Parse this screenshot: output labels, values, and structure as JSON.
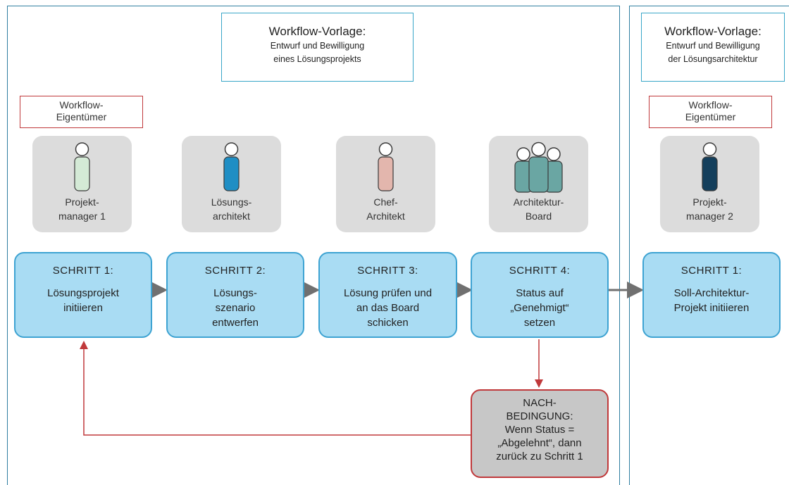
{
  "left_template": {
    "title": "Workflow-Vorlage:",
    "subtitle_line1": "Entwurf und Bewilligung",
    "subtitle_line2": "eines Lösungsprojekts"
  },
  "right_template": {
    "title": "Workflow-Vorlage:",
    "subtitle_line1": "Entwurf und Bewilligung",
    "subtitle_line2": "der Lösungsarchitektur"
  },
  "owner_label": {
    "line1": "Workflow-",
    "line2": "Eigentümer"
  },
  "roles": [
    {
      "line1": "Projekt-",
      "line2": "manager 1",
      "color": "#d4ead6",
      "icon": "person-icon"
    },
    {
      "line1": "Lösungs-",
      "line2": "architekt",
      "color": "#1f8ec4",
      "icon": "person-icon"
    },
    {
      "line1": "Chef-",
      "line2": "Architekt",
      "color": "#e3b6ad",
      "icon": "person-icon"
    },
    {
      "line1": "Architektur-",
      "line2": "Board",
      "color": "#6aa6a3",
      "icon": "group-icon"
    },
    {
      "line1": "Projekt-",
      "line2": "manager 2",
      "color": "#143f5c",
      "icon": "person-icon"
    }
  ],
  "steps": [
    {
      "head": "SCHRITT 1:",
      "line1": "Lösungsprojekt",
      "line2": "initiieren",
      "line3": ""
    },
    {
      "head": "SCHRITT 2:",
      "line1": "Lösungs-",
      "line2": "szenario",
      "line3": "entwerfen"
    },
    {
      "head": "SCHRITT 3:",
      "line1": "Lösung prüfen und",
      "line2": "an das Board",
      "line3": "schicken"
    },
    {
      "head": "SCHRITT 4:",
      "line1": "Status auf",
      "line2": "„Genehmigt“",
      "line3": "setzen"
    },
    {
      "head": "SCHRITT 1:",
      "line1": "Soll-Architektur-",
      "line2": "Projekt initiieren",
      "line3": ""
    }
  ],
  "condition": {
    "line1": "NACH-",
    "line2": "BEDINGUNG:",
    "line3": "Wenn Status =",
    "line4": "„Abgelehnt“, dann",
    "line5": "zurück zu Schritt 1"
  },
  "colors": {
    "panel_border": "#2e7ea0",
    "title_border": "#38a6c8",
    "owner_border": "#c0393b",
    "step_fill": "#a9dcf3",
    "step_border": "#3ea3d2",
    "arrow_gray": "#707070",
    "arrow_red": "#c0393b",
    "condition_fill": "#c7c7c7"
  }
}
